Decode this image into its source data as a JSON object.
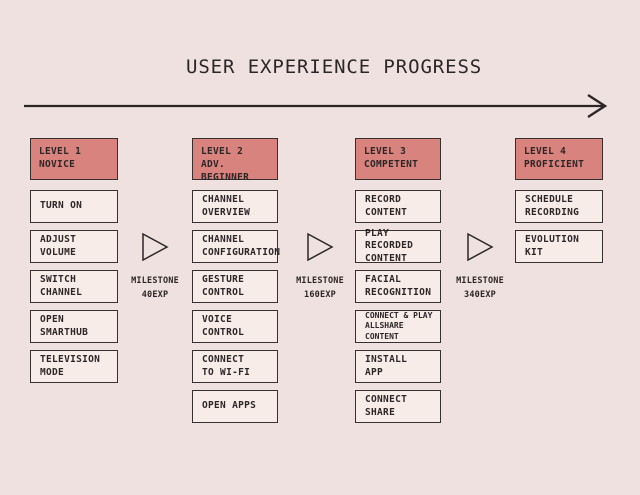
{
  "title": "USER EXPERIENCE PROGRESS",
  "colors": {
    "background": "#f0e1e1",
    "box_fill": "#f8ece8",
    "header_fill": "#d9837f",
    "border": "#38302f",
    "ink": "#2c2627"
  },
  "levels": [
    {
      "level": "LEVEL 1",
      "stage": "NOVICE",
      "items": [
        "TURN ON",
        "ADJUST VOLUME",
        "SWITCH CHANNEL",
        "OPEN SMARTHUB",
        "TELEVISION MODE"
      ]
    },
    {
      "level": "LEVEL 2",
      "stage": "ADV. BEGINNER",
      "items": [
        "CHANNEL\nOVERVIEW",
        "CHANNEL\nCONFIGURATION",
        "GESTURE\nCONTROL",
        "VOICE\nCONTROL",
        "CONNECT\nTO WI-FI",
        "OPEN APPS"
      ]
    },
    {
      "level": "LEVEL 3",
      "stage": "COMPETENT",
      "items": [
        "RECORD\nCONTENT",
        "PLAY RECORDED\nCONTENT",
        "FACIAL\nRECOGNITION",
        "CONNECT & PLAY\nALLSHARE CONTENT",
        "INSTALL\nAPP",
        "CONNECT\nSHARE"
      ]
    },
    {
      "level": "LEVEL 4",
      "stage": "PROFICIENT",
      "items": [
        "SCHEDULE\nRECORDING",
        "EVOLUTION\nKIT"
      ]
    }
  ],
  "milestones": [
    {
      "label": "MILESTONE",
      "exp": "40EXP"
    },
    {
      "label": "MILESTONE",
      "exp": "160EXP"
    },
    {
      "label": "MILESTONE",
      "exp": "340EXP"
    }
  ]
}
